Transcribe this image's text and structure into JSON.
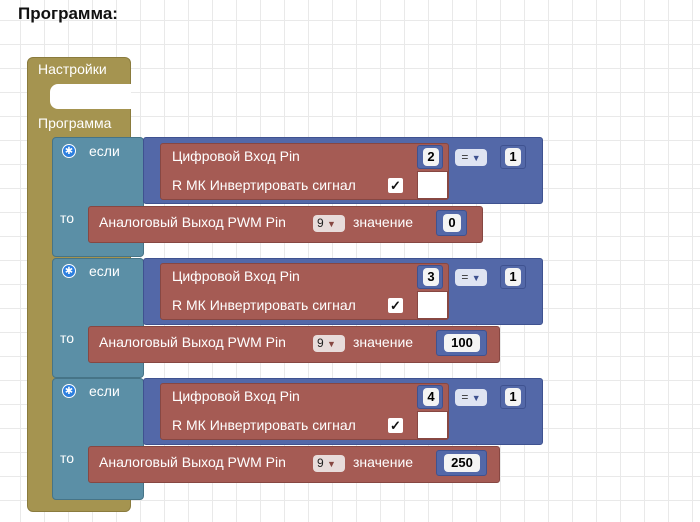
{
  "header": {
    "title": "Программа:"
  },
  "setup_block": {
    "label": "Настройки"
  },
  "loop_block": {
    "label": "Программа"
  },
  "if_label": "если",
  "then_label": "то",
  "digital_read_label": "Цифровой Вход Pin",
  "invert_label": "R МК Инвертировать сигнал",
  "invert_checkmark": "✓",
  "compare_operator": "=",
  "analog_write_label": "Аналоговый Выход PWM Pin",
  "value_label": "значение",
  "conditions": [
    {
      "read_pin": "2",
      "compare_value": "1",
      "pwm_pin": "9",
      "pwm_value": "0"
    },
    {
      "read_pin": "3",
      "compare_value": "1",
      "pwm_pin": "9",
      "pwm_value": "100"
    },
    {
      "read_pin": "4",
      "compare_value": "1",
      "pwm_pin": "9",
      "pwm_value": "250"
    }
  ],
  "icons": {
    "gear": "gear-icon",
    "dropdown": "dropdown-arrow-icon",
    "check": "check-icon"
  }
}
